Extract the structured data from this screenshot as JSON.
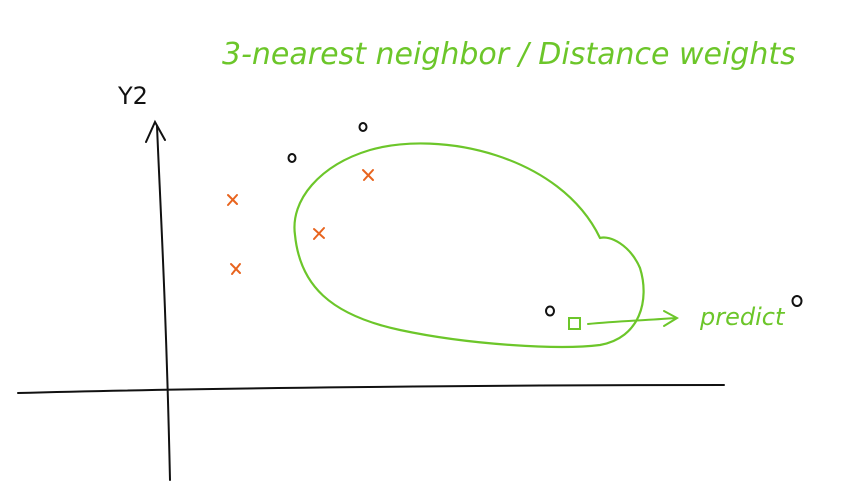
{
  "title": "3-nearest neighbor / Distance weights",
  "axis": {
    "y_label": "Y2"
  },
  "annotation": {
    "predict_label": "predict"
  },
  "colors": {
    "green": "#6cc62a",
    "orange": "#e8641e",
    "black": "#111111"
  },
  "icons": {
    "circle_point": "circle-marker",
    "cross_point": "cross-marker",
    "query_point": "square-marker",
    "predicted_class": "circle-marker"
  }
}
